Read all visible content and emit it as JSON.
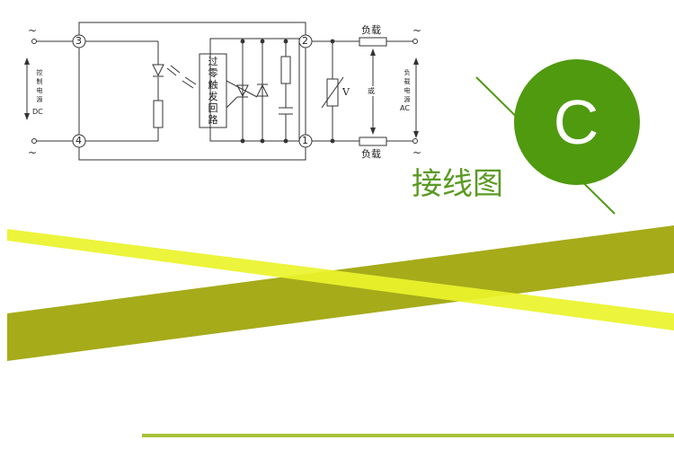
{
  "diagram": {
    "title": "接线图",
    "badge_letter": "C",
    "terminals": {
      "t1": "1",
      "t2": "2",
      "t3": "3",
      "t4": "4"
    },
    "tilde": "~",
    "control_label_chars": [
      "控",
      "制",
      "电",
      "源"
    ],
    "control_label_dc": "DC",
    "load_label_chars": [
      "负",
      "载",
      "电",
      "源"
    ],
    "load_label_ac": "AC",
    "load_top": "负载",
    "load_bottom": "负载",
    "or_char": "或",
    "trigger_chars": [
      "过",
      "零",
      "触",
      "发",
      "回",
      "路"
    ],
    "varistor_label": "V"
  },
  "colors": {
    "title_green": "#5a9a22",
    "badge_green": "#4f9a0f",
    "band_olive": "#a6ab1a",
    "band_yellow": "#eaf32a",
    "rule_green": "#a8c23a",
    "circuit_line": "#333333"
  }
}
